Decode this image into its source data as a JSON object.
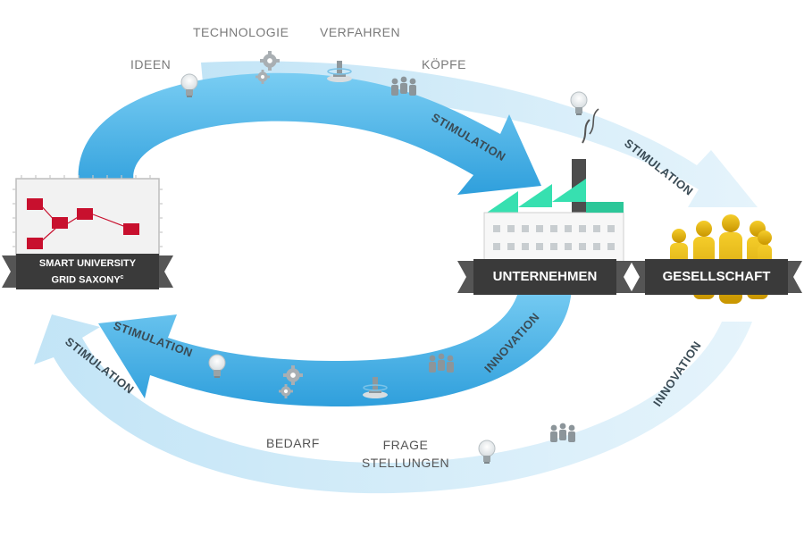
{
  "labels": {
    "ideen": "IDEEN",
    "technologie": "TECHNOLOGIE",
    "verfahren": "VERFAHREN",
    "koepfe": "KÖPFE",
    "bedarf": "BEDARF",
    "frage_line1": "FRAGE",
    "frage_line2": "STELLUNGEN"
  },
  "arrows": {
    "inner_top": "STIMULATION",
    "outer_top": "STIMULATION",
    "inner_bottom_left": "STIMULATION",
    "inner_bottom_right": "INNOVATION",
    "outer_bottom_left": "STIMULATION",
    "outer_bottom_right": "INNOVATION"
  },
  "banners": {
    "university_line1": "SMART UNIVERSITY",
    "university_line2": "GRID SAXONY",
    "university_superscript": "c",
    "companies": "UNTERNEHMEN",
    "society": "GESELLSCHAFT"
  },
  "colors": {
    "arrow_blue": "#4fb3e8",
    "arrow_light": "#cfe9f7",
    "factory_roof": "#37e0b0",
    "chip_red": "#c8102e",
    "banner_dark": "#3a3a3a",
    "people_gold": "#e8b400"
  },
  "icons": [
    "lightbulb-icon",
    "gears-icon",
    "microscope-icon",
    "people-icon",
    "factory-icon",
    "chip-icon",
    "crowd-icon"
  ]
}
